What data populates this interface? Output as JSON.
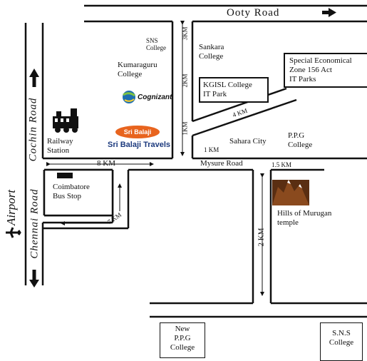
{
  "roads": {
    "ooty": "Ooty Road",
    "cochin": "Cochin  Road",
    "chennai": "Chennai  Road",
    "mysure": "Mysure Road"
  },
  "airport": "Airport",
  "distances": {
    "three_km": "3KM",
    "two_km_upper": "2KM",
    "one_km_vertical": "1KM",
    "four_km": "4 KM",
    "one_km_horizontal": "1 KM",
    "eight_km": "8 KM",
    "seven_km": "7 KM",
    "one_point_five_km": "1.5 KM",
    "two_km_lower": "2 KM"
  },
  "places": {
    "sns_college_top": [
      "SNS",
      "College"
    ],
    "sankara": [
      "Sankara",
      "College"
    ],
    "kumaraguru": [
      "Kumaraguru",
      "College"
    ],
    "cognizant": "Cognizant",
    "railway": [
      "Railway",
      "Station"
    ],
    "sri_balaji_logo": "Sri Balaji",
    "sri_balaji": "Sri Balaji Travels",
    "sahara": "Sahara City",
    "ppg_college": [
      "P.P.G",
      "College"
    ],
    "bus_stop": [
      "Coimbatore",
      "Bus Stop"
    ],
    "hills": [
      "Hills of Murugan",
      "temple"
    ]
  },
  "boxes": {
    "kgisl": [
      "KGISL College",
      "IT Park"
    ],
    "sez": [
      "Special Economical",
      "Zone 156 Act",
      "IT Parks"
    ],
    "new_ppg": [
      "New",
      "P.P.G",
      "College"
    ],
    "sns_bottom": [
      "S.N.S",
      "College"
    ]
  }
}
